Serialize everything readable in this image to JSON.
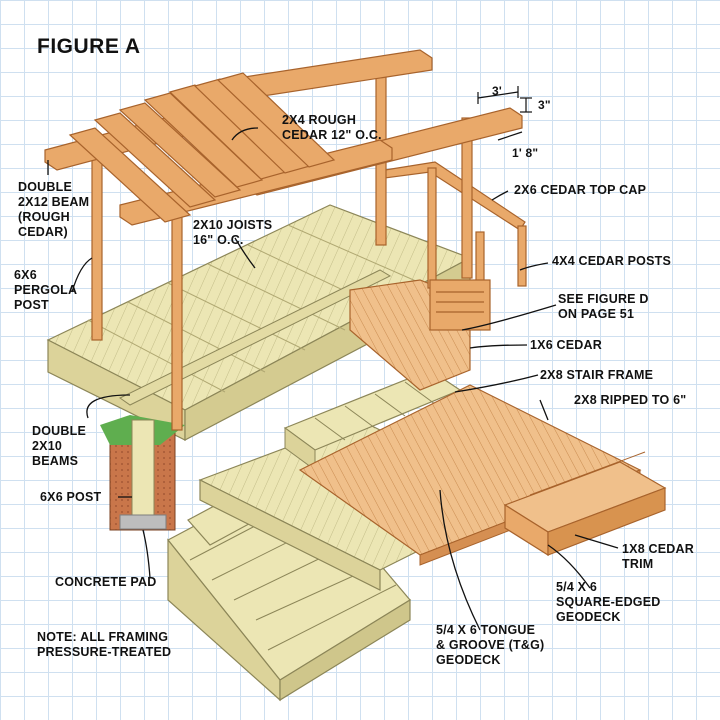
{
  "figure": {
    "title": "FIGURE A",
    "note": "NOTE: ALL FRAMING\nPRESSURE-TREATED"
  },
  "labels": {
    "rafters": "2x4 ROUGH\nCEDAR 12\" O.C.",
    "beam": "DOUBLE\n2x12 BEAM\n(ROUGH\nCEDAR)",
    "joists": "2x10 JOISTS\n16\" O.C.",
    "top_cap": "2x6 CEDAR TOP CAP",
    "cedar_posts": "4x4 CEDAR POSTS",
    "pergola_post": "6x6\nPERGOLA\nPOST",
    "see_figure": "SEE FIGURE D\nON PAGE 51",
    "cedar_1x6": "1x6 CEDAR",
    "stair_frame": "2x8 STAIR FRAME",
    "ripped": "2x8 RIPPED TO 6\"",
    "double_beams": "DOUBLE\n2x10\nBEAMS",
    "post_6x6": "6x6 POST",
    "concrete_pad": "CONCRETE PAD",
    "trim": "1x8 CEDAR\nTRIM",
    "square_edged": "5/4 x 6\nSQUARE-EDGED\nGEODECK",
    "tongue_groove": "5/4 x 6 TONGUE\n& GROOVE (T&G)\nGEODECK"
  },
  "dimensions": {
    "top": "3'",
    "right": "3\"",
    "bottom": "1' 8\""
  },
  "colors": {
    "framing": "#ece6b4",
    "framing_edge": "#8c8658",
    "cedar": "#e9a96a",
    "cedar_edge": "#a8632c",
    "decking": "#f0c08b",
    "decking_line": "#c98b4f",
    "soil": "#c9764a",
    "grass": "#5fae4f",
    "concrete": "#bdbdbd",
    "grid": "#cfe0f0"
  }
}
